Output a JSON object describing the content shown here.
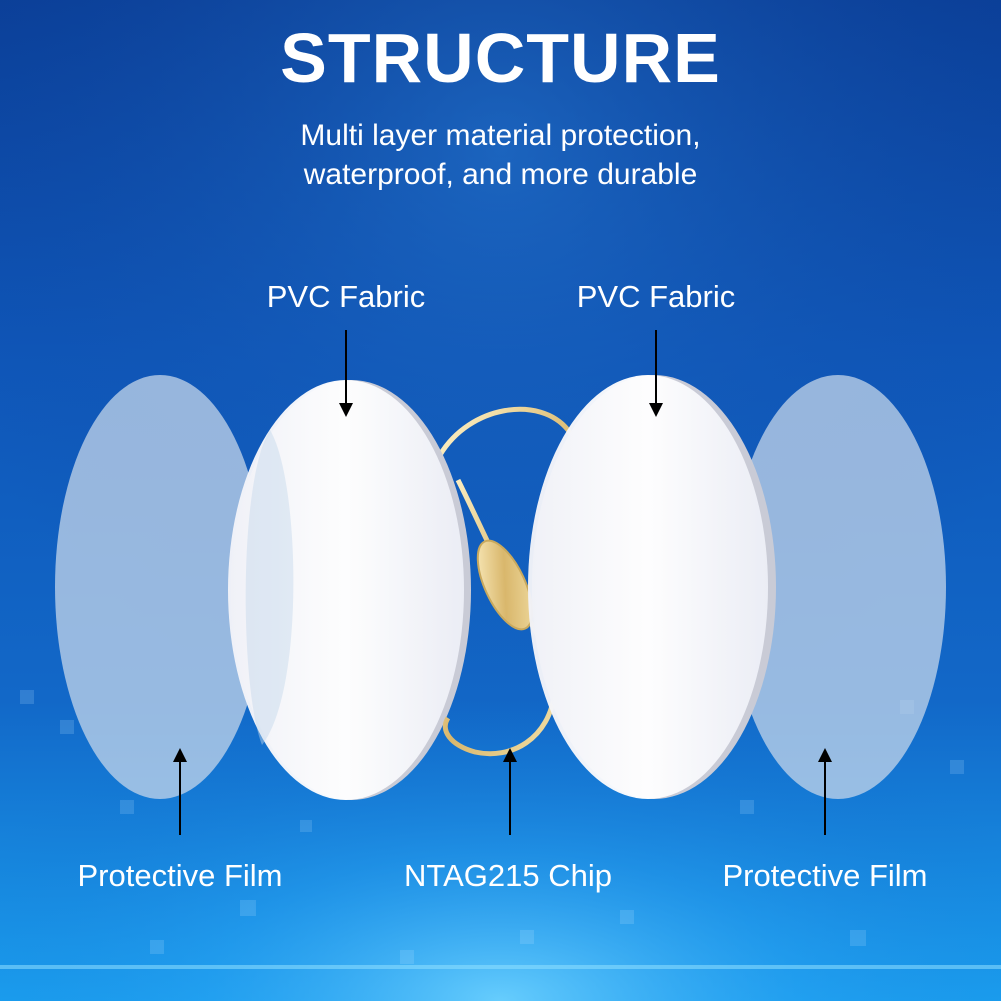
{
  "header": {
    "title": "STRUCTURE",
    "subtitle_line1": "Multi layer material protection,",
    "subtitle_line2": "waterproof, and more durable"
  },
  "labels": {
    "pvc_fabric_left": "PVC Fabric",
    "pvc_fabric_right": "PVC Fabric",
    "protective_film_left": "Protective Film",
    "chip": "NTAG215 Chip",
    "protective_film_right": "Protective Film"
  },
  "colors": {
    "background_top": "#0b3f98",
    "background_mid": "#1268c8",
    "background_glow": "#3fb4ff",
    "pvc_disc": "#fbfbfe",
    "film_disc": "#c4d6ea",
    "antenna_gold": "#e8d19a",
    "arrow": "#000000",
    "text": "#ffffff"
  }
}
